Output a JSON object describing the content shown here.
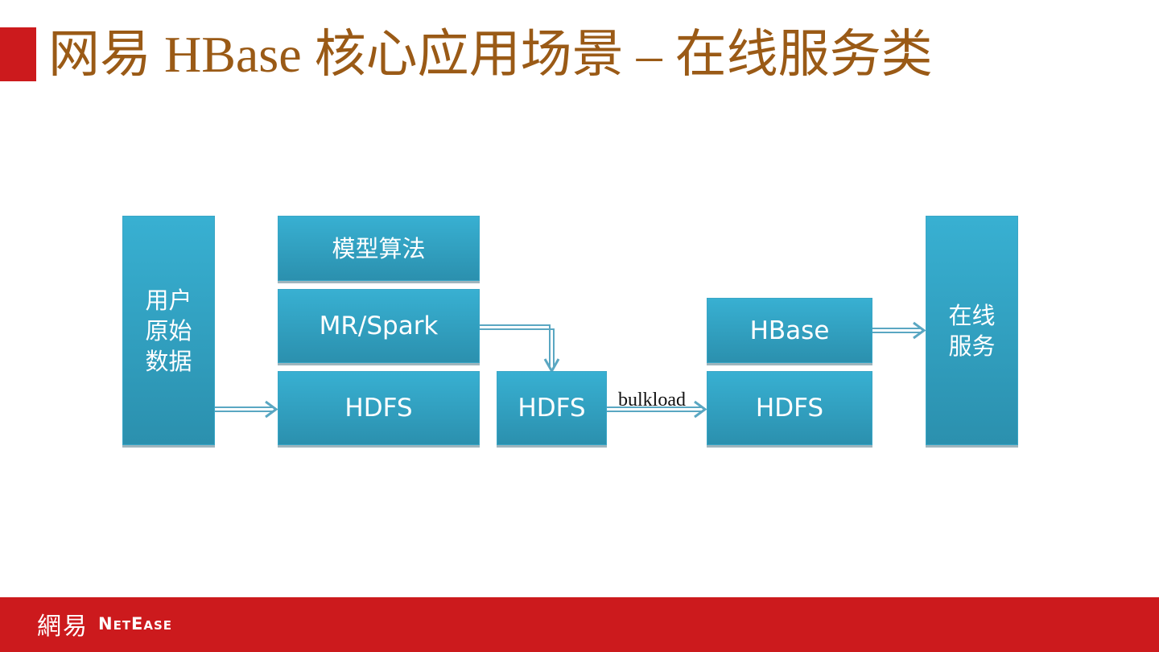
{
  "title": "网易 HBase 核心应用场景 – 在线服务类",
  "boxes": {
    "raw_data": "用户原始数据",
    "algorithm": "模型算法",
    "mr_spark": "MR/Spark",
    "hdfs_source": "HDFS",
    "hdfs_mid": "HDFS",
    "hbase": "HBase",
    "hdfs_hbase": "HDFS",
    "online_service": "在线服务"
  },
  "edge_labels": {
    "bulkload": "bulkload"
  },
  "footer": {
    "logo_cn": "網易",
    "logo_en": "NetEase"
  },
  "colors": {
    "box_fill": "#34a8c9",
    "title_text": "#9a5a16",
    "brand_red": "#cc1a1d",
    "arrow": "#4a9fbd"
  }
}
